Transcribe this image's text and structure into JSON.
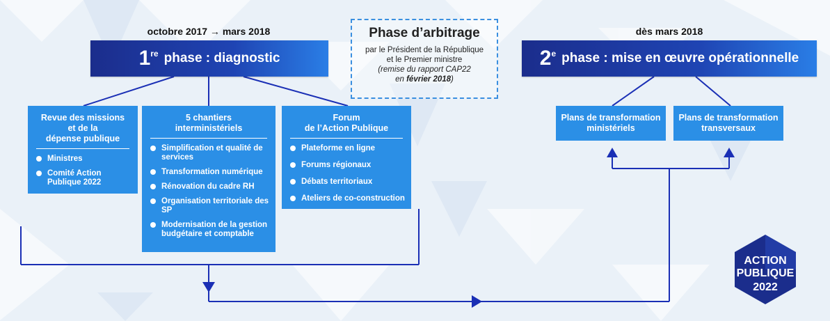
{
  "phase1": {
    "period": "octobre 2017 → mars 2018",
    "number": "1",
    "ordinal": "re",
    "label": "phase : diagnostic"
  },
  "phase2": {
    "period": "dès mars 2018",
    "number": "2",
    "ordinal": "e",
    "label": "phase : mise en œuvre opérationnelle"
  },
  "arbitrage": {
    "title": "Phase d’arbitrage",
    "line1": "par le Président de la République",
    "line2": "et le Premier ministre",
    "note1": "(remise du rapport CAP22",
    "note2_prefix": "en ",
    "note2_bold": "février 2018",
    "note2_suffix": ")"
  },
  "cards": {
    "revue": {
      "title_lines": [
        "Revue des missions",
        "et de la",
        "dépense publique"
      ],
      "items": [
        "Ministres",
        "Comité Action Publique 2022"
      ]
    },
    "chantiers": {
      "title_lines": [
        "5 chantiers",
        "interministériels"
      ],
      "items": [
        "Simplification et qualité de services",
        "Transformation numérique",
        "Rénovation du cadre RH",
        "Organisation territoriale des SP",
        "Modernisation de la gestion budgétaire et comptable"
      ]
    },
    "forum": {
      "title_lines": [
        "Forum",
        "de l’Action Publique"
      ],
      "items": [
        "Plateforme en ligne",
        "Forums régionaux",
        "Débats territoriaux",
        "Ateliers de co-construction"
      ]
    },
    "plans_min": {
      "title_lines": [
        "Plans de transformation",
        "ministériels"
      ]
    },
    "plans_trans": {
      "title_lines": [
        "Plans de transformation",
        "transversaux"
      ]
    }
  },
  "logo": {
    "line1": "ACTION",
    "line2": "PUBLIQUE",
    "line3": "2022"
  },
  "colors": {
    "dark_blue": "#1b2d8c",
    "card_blue": "#2b8fe6",
    "line_blue": "#1a2fb5",
    "dashed": "#3a8fe0"
  }
}
